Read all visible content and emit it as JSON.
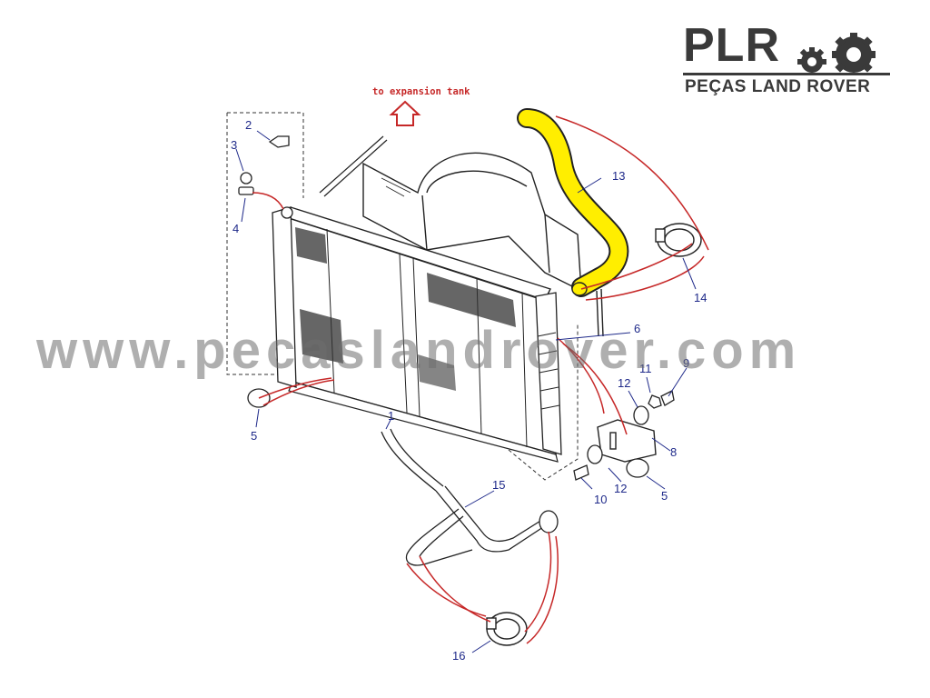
{
  "logo": {
    "main": "PLR",
    "sub": "PEÇAS LAND ROVER"
  },
  "watermark": "www.pecaslandrover.com",
  "annotation": "to expansion tank",
  "highlight_color": "#ffee00",
  "leader_color": "#c62828",
  "callout_color": "#1f2a8a",
  "parts": {
    "p1": "1",
    "p2": "2",
    "p3": "3",
    "p4": "4",
    "p5a": "5",
    "p5b": "5",
    "p6": "6",
    "p8": "8",
    "p9": "9",
    "p10": "10",
    "p11": "11",
    "p12a": "12",
    "p12b": "12",
    "p13": "13",
    "p14": "14",
    "p15": "15",
    "p16": "16"
  }
}
